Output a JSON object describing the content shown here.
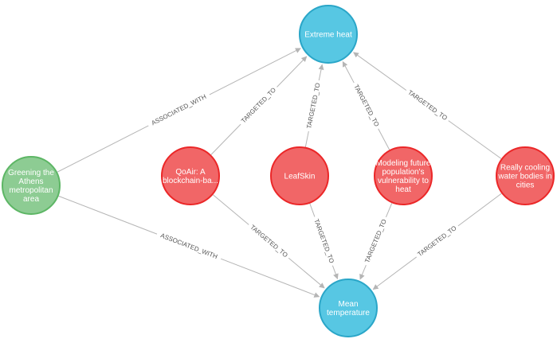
{
  "nodes": [
    {
      "id": "extreme_heat",
      "label": "Extreme heat",
      "category": "concept",
      "color": "#57c7e3",
      "stroke": "#2aa6c8",
      "label_color": "#1f2b33"
    },
    {
      "id": "mean_temperature",
      "label": "Mean temperature",
      "category": "concept",
      "color": "#57c7e3",
      "stroke": "#2aa6c8",
      "label_color": "#1f2b33"
    },
    {
      "id": "greening_athens",
      "label": "Greening the Athens metropolitan area",
      "category": "initiative",
      "color": "#8dcc93",
      "stroke": "#5db665",
      "label_color": "#1f2b33"
    },
    {
      "id": "qoair",
      "label": "QoAir: A blockchain-ba...",
      "category": "project",
      "color": "#f16667",
      "stroke": "#eb2728",
      "label_color": "#ffffff"
    },
    {
      "id": "leafskin",
      "label": "LeafSkin",
      "category": "project",
      "color": "#f16667",
      "stroke": "#eb2728",
      "label_color": "#ffffff"
    },
    {
      "id": "modeling_vulnerability",
      "label": "Modeling future population's vulnerability to heat",
      "category": "project",
      "color": "#f16667",
      "stroke": "#eb2728",
      "label_color": "#ffffff"
    },
    {
      "id": "really_cooling",
      "label": "Really cooling water bodies in cities",
      "category": "project",
      "color": "#f16667",
      "stroke": "#eb2728",
      "label_color": "#ffffff"
    }
  ],
  "edges": [
    {
      "from": "greening_athens",
      "to": "extreme_heat",
      "label": "ASSOCIATED_WITH"
    },
    {
      "from": "greening_athens",
      "to": "mean_temperature",
      "label": "ASSOCIATED_WITH"
    },
    {
      "from": "qoair",
      "to": "extreme_heat",
      "label": "TARGETED_TO"
    },
    {
      "from": "qoair",
      "to": "mean_temperature",
      "label": "TARGETED_TO"
    },
    {
      "from": "leafskin",
      "to": "extreme_heat",
      "label": "TARGETED_TO"
    },
    {
      "from": "leafskin",
      "to": "mean_temperature",
      "label": "TARGETED_TO"
    },
    {
      "from": "modeling_vulnerability",
      "to": "extreme_heat",
      "label": "TARGETED_TO"
    },
    {
      "from": "modeling_vulnerability",
      "to": "mean_temperature",
      "label": "TARGETED_TO"
    },
    {
      "from": "really_cooling",
      "to": "extreme_heat",
      "label": "TARGETED_TO"
    },
    {
      "from": "really_cooling",
      "to": "mean_temperature",
      "label": "TARGETED_TO"
    }
  ],
  "edge_color": "#b5b5b5",
  "edge_label_color": "#555555"
}
